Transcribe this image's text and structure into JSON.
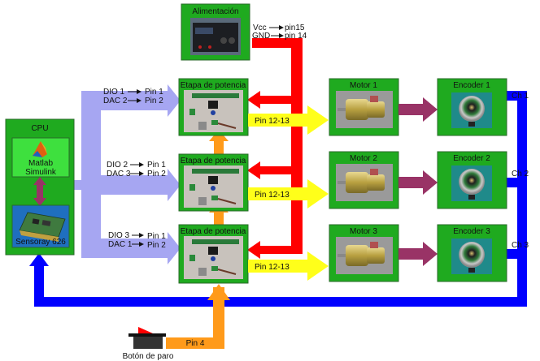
{
  "colors": {
    "block_green": "#1faa1f",
    "block_border": "#2a6a2a",
    "signal_lavender": "#a6a6f2",
    "power_red": "#ff0000",
    "motor_yellow": "#ffff1a",
    "mech_purple": "#993366",
    "feedback_blue": "#0000ff",
    "stop_orange": "#ff9a1a",
    "matlab_panel": "#3ee03e",
    "sensoray_panel": "#1f6fbf"
  },
  "cpu": {
    "title": "CPU",
    "matlab_label_1": "Matlab",
    "matlab_label_2": "Simulink",
    "sensoray_label": "Sensoray 626"
  },
  "power_supply": {
    "title": "Alimentación",
    "vcc_label": "Vcc",
    "vcc_pin": "pin15",
    "gnd_label": "GND",
    "gnd_pin": "pin 14"
  },
  "stages": [
    {
      "title": "Etapa de potencia",
      "sig1": "DIO 1",
      "pin1": "Pin 1",
      "sig2": "DAC 2",
      "pin2": "Pin 2",
      "output_label": "Pin 12-13",
      "motor": "Motor 1",
      "encoder": "Encoder 1",
      "channel": "Ch 1"
    },
    {
      "title": "Etapa de potencia",
      "sig1": "DIO 2",
      "pin1": "Pin 1",
      "sig2": "DAC 3",
      "pin2": "Pin 2",
      "output_label": "Pin 12-13",
      "motor": "Motor 2",
      "encoder": "Encoder 2",
      "channel": "Ch 2"
    },
    {
      "title": "Etapa de potencia",
      "sig1": "DIO 3",
      "pin1": "Pin 1",
      "sig2": "DAC 1",
      "pin2": "Pin 2",
      "output_label": "Pin 12-13",
      "motor": "Motor 3",
      "encoder": "Encoder 3",
      "channel": "Ch 3"
    }
  ],
  "stop_button": {
    "label": "Botón de paro",
    "pin_label": "Pin 4"
  }
}
